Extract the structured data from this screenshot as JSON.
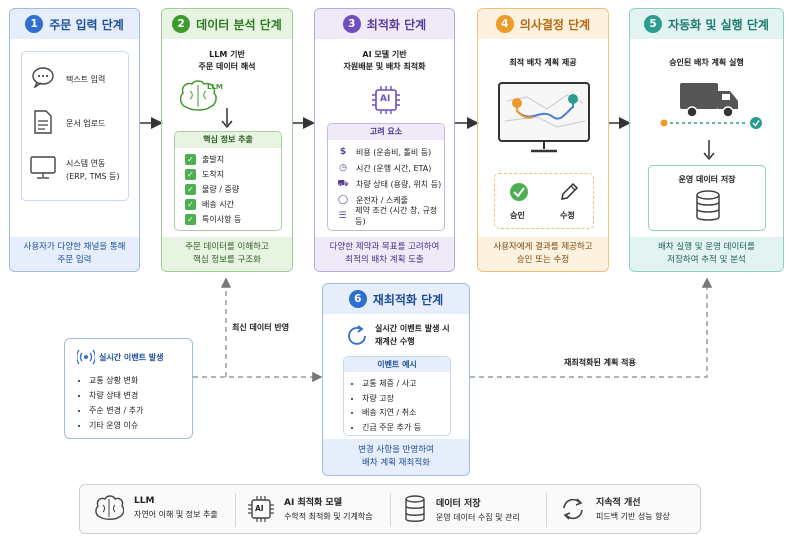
{
  "stage1": {
    "num": "1",
    "title": "주문 입력 단계",
    "items": [
      {
        "icon": "chat-icon",
        "label": "텍스트 입력"
      },
      {
        "icon": "document-icon",
        "label": "문서 업로드"
      },
      {
        "icon": "monitor-icon",
        "label": "시스템 연동",
        "sub": "(ERP, TMS 등)"
      }
    ],
    "footer_line1": "사용자가 다양한 채널을 통해",
    "footer_line2": "주문 입력"
  },
  "stage2": {
    "num": "2",
    "title": "데이터 분석 단계",
    "head_line1": "LLM 기반",
    "head_line2": "주문 데이터 해석",
    "brain_label": "LLM",
    "box_title": "핵심 정보 추출",
    "checks": [
      "출발지",
      "도착지",
      "물량 / 중량",
      "배송 시간",
      "특이사항 등"
    ],
    "footer_line1": "주문 데이터를 이해하고",
    "footer_line2": "핵심 정보를 구조화"
  },
  "stage3": {
    "num": "3",
    "title": "최적화 단계",
    "head_line1": "AI 모델 기반",
    "head_line2": "자원배분 및 배차 최적화",
    "chip_label": "AI",
    "box_title": "고려 요소",
    "factors": [
      {
        "icon": "$",
        "label": "비용 (운송비, 톨비 등)"
      },
      {
        "icon": "◷",
        "label": "시간 (운행 시간, ETA)"
      },
      {
        "icon": "⛟",
        "label": "차량 상태 (용량, 위치 등)"
      },
      {
        "icon": "◯",
        "label": "운전자 / 스케줄"
      },
      {
        "icon": "☰",
        "label": "제약 조건 (시간 창, 규정 등)"
      }
    ],
    "footer_line1": "다양한 제약과 목표를 고려하여",
    "footer_line2": "최적의 배차 계획 도출"
  },
  "stage4": {
    "num": "4",
    "title": "의사결정 단계",
    "head": "최적 배차 계획 제공",
    "approve_label": "승인",
    "edit_label": "수정",
    "footer_line1": "사용자에게 결과를 제공하고",
    "footer_line2": "승인 또는 수정"
  },
  "stage5": {
    "num": "5",
    "title": "자동화 및 실행 단계",
    "head": "승인된 배차 계획 실행",
    "db_label": "운영 데이터 저장",
    "footer_line1": "배차 실행 및 운영 데이터를",
    "footer_line2": "저장하여 추적 및 분석"
  },
  "stage6": {
    "num": "6",
    "title": "재최적화 단계",
    "head_line1": "실시간 이벤트 발생 시",
    "head_line2": "재계산 수행",
    "box_title": "이벤트 예시",
    "events": [
      "교통 체증 / 사고",
      "차량 고장",
      "배송 지연 / 취소",
      "긴급 주문 추가 등"
    ],
    "footer_line1": "변경 사항을 반영하여",
    "footer_line2": "배차 계획 재최적화"
  },
  "realtime": {
    "title": "실시간 이벤트 발생",
    "items": [
      "교통 상황 변화",
      "차량 상태 변경",
      "주순 변경 / 추가",
      "기타 운영 이슈"
    ]
  },
  "labels": {
    "latest_data": "최신 데이터 반영",
    "reoptimized": "재최적화된 계획 적용"
  },
  "legend": [
    {
      "icon": "brain-icon",
      "title": "LLM",
      "desc": "자연어 이해 및 정보 추출"
    },
    {
      "icon": "ai-chip-icon",
      "title": "AI 최적화 모델",
      "desc": "수학적 최적화 및 기계학습",
      "chip": "AI"
    },
    {
      "icon": "database-icon",
      "title": "데이터 저장",
      "desc": "운영 데이터 수집 및 관리"
    },
    {
      "icon": "cycle-icon",
      "title": "지속적 개선",
      "desc": "피드백 기반 성능 향상"
    }
  ],
  "colors": {
    "blue": "#2f6fd0",
    "green": "#3f9a30",
    "purple": "#6d4fbf",
    "orange": "#ec9a28",
    "teal": "#2a9d8f"
  }
}
